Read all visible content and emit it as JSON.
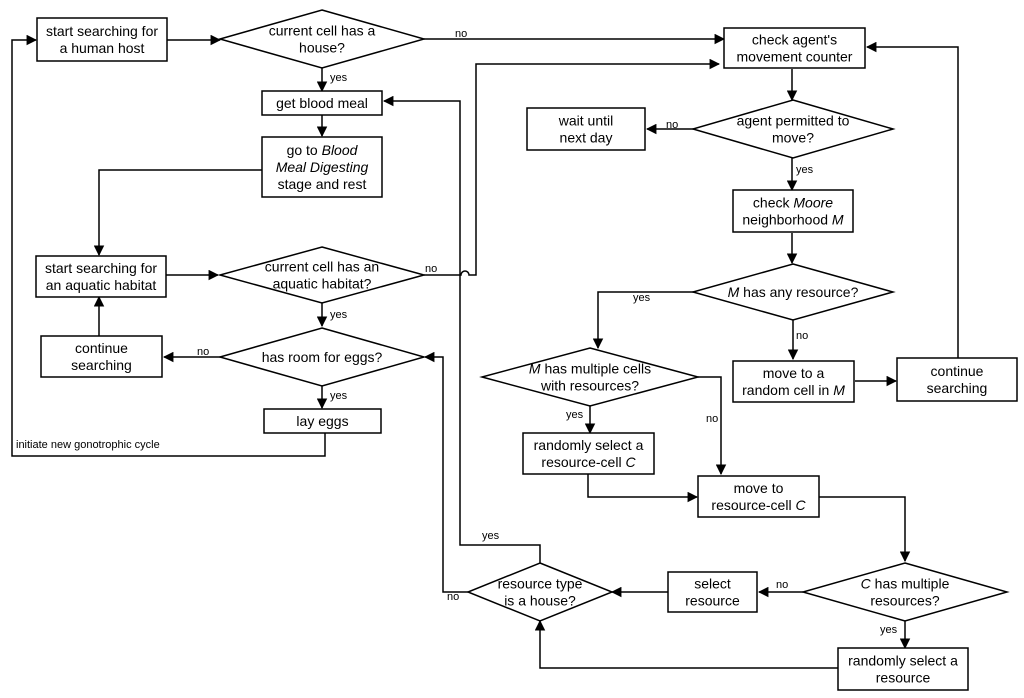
{
  "nodes": {
    "start_host": {
      "lines": [
        [
          {
            "t": "start searching for"
          }
        ],
        [
          {
            "t": "a human host"
          }
        ]
      ]
    },
    "has_house": {
      "lines": [
        [
          {
            "t": "current cell has a"
          }
        ],
        [
          {
            "t": "house?"
          }
        ]
      ]
    },
    "check_counter": {
      "lines": [
        [
          {
            "t": "check agent's"
          }
        ],
        [
          {
            "t": "movement counter"
          }
        ]
      ]
    },
    "blood_meal": {
      "lines": [
        [
          {
            "t": "get blood meal"
          }
        ]
      ]
    },
    "go_digest": {
      "lines": [
        [
          {
            "t": "go to "
          },
          {
            "t": "Blood",
            "i": true
          }
        ],
        [
          {
            "t": "Meal Digesting",
            "i": true
          }
        ],
        [
          {
            "t": "stage and rest"
          }
        ]
      ]
    },
    "wait": {
      "lines": [
        [
          {
            "t": "wait until"
          }
        ],
        [
          {
            "t": "next day"
          }
        ]
      ]
    },
    "permitted": {
      "lines": [
        [
          {
            "t": "agent permitted to"
          }
        ],
        [
          {
            "t": "move?"
          }
        ]
      ]
    },
    "check_moore": {
      "lines": [
        [
          {
            "t": "check "
          },
          {
            "t": "Moore",
            "i": true
          }
        ],
        [
          {
            "t": "neighborhood "
          },
          {
            "t": "M",
            "i": true
          }
        ]
      ]
    },
    "start_aquatic": {
      "lines": [
        [
          {
            "t": "start searching for"
          }
        ],
        [
          {
            "t": "an aquatic habitat"
          }
        ]
      ]
    },
    "has_aquatic": {
      "lines": [
        [
          {
            "t": "current cell has an"
          }
        ],
        [
          {
            "t": "aquatic habitat?"
          }
        ]
      ]
    },
    "m_any": {
      "lines": [
        [
          {
            "t": "M",
            "i": true
          },
          {
            "t": " has any resource?"
          }
        ]
      ]
    },
    "continue_left": {
      "lines": [
        [
          {
            "t": "continue"
          }
        ],
        [
          {
            "t": "searching"
          }
        ]
      ]
    },
    "room_eggs": {
      "lines": [
        [
          {
            "t": "has room for eggs?"
          }
        ]
      ]
    },
    "m_multiple": {
      "lines": [
        [
          {
            "t": "M",
            "i": true
          },
          {
            "t": " has multiple cells"
          }
        ],
        [
          {
            "t": "with resources?"
          }
        ]
      ]
    },
    "move_random": {
      "lines": [
        [
          {
            "t": "move to a"
          }
        ],
        [
          {
            "t": "random cell in "
          },
          {
            "t": "M",
            "i": true
          }
        ]
      ]
    },
    "continue_right": {
      "lines": [
        [
          {
            "t": "continue"
          }
        ],
        [
          {
            "t": "searching"
          }
        ]
      ]
    },
    "lay_eggs": {
      "lines": [
        [
          {
            "t": "lay eggs"
          }
        ]
      ]
    },
    "random_cell": {
      "lines": [
        [
          {
            "t": "randomly select a"
          }
        ],
        [
          {
            "t": "resource-cell "
          },
          {
            "t": "C",
            "i": true
          }
        ]
      ]
    },
    "move_c": {
      "lines": [
        [
          {
            "t": "move to"
          }
        ],
        [
          {
            "t": "resource-cell "
          },
          {
            "t": "C",
            "i": true
          }
        ]
      ]
    },
    "res_house": {
      "lines": [
        [
          {
            "t": "resource type"
          }
        ],
        [
          {
            "t": "is a house?"
          }
        ]
      ]
    },
    "select_res": {
      "lines": [
        [
          {
            "t": "select"
          }
        ],
        [
          {
            "t": "resource"
          }
        ]
      ]
    },
    "c_multiple": {
      "lines": [
        [
          {
            "t": "C",
            "i": true
          },
          {
            "t": " has multiple"
          }
        ],
        [
          {
            "t": "resources?"
          }
        ]
      ]
    },
    "random_res": {
      "lines": [
        [
          {
            "t": "randomly select a"
          }
        ],
        [
          {
            "t": "resource"
          }
        ]
      ]
    }
  },
  "edge_labels": {
    "house_no": "no",
    "house_yes": "yes",
    "permit_no": "no",
    "permit_yes": "yes",
    "aquatic_no": "no",
    "aquatic_yes": "yes",
    "m_any_yes": "yes",
    "m_any_no": "no",
    "room_no": "no",
    "room_yes": "yes",
    "new_cycle": "initiate new gonotrophic cycle",
    "m_multi_yes": "yes",
    "m_multi_no": "no",
    "res_house_yes": "yes",
    "res_house_no": "no",
    "c_multi_no": "no",
    "c_multi_yes": "yes"
  }
}
